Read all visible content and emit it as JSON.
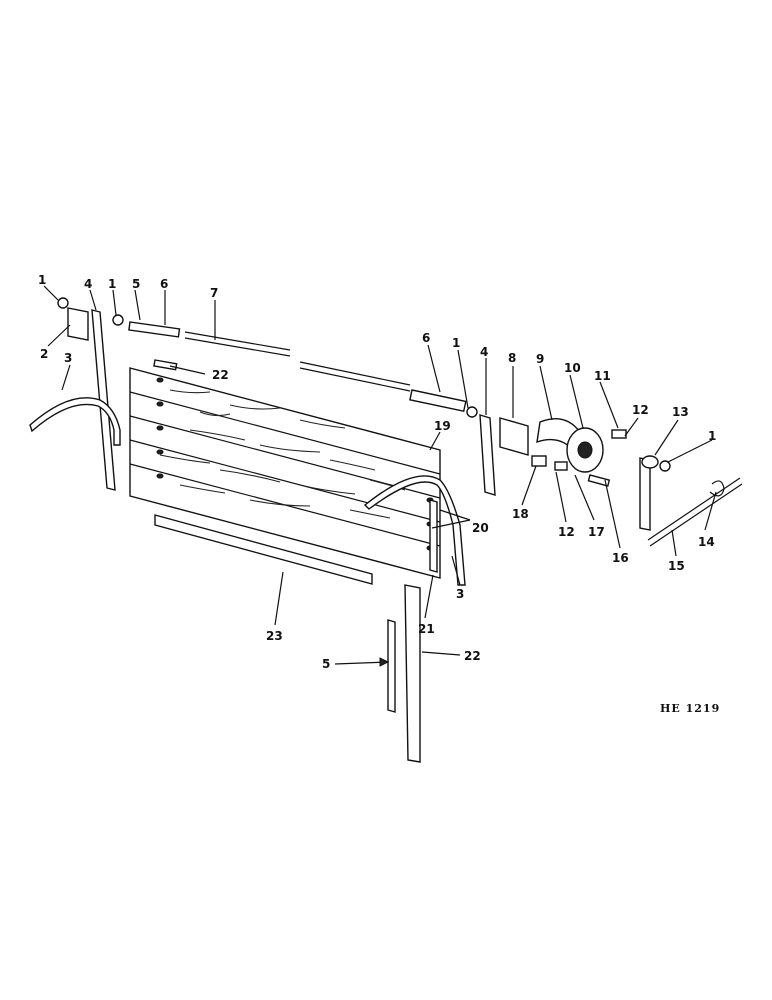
{
  "diagram": {
    "code": "HE 1219",
    "callouts": [
      "1",
      "2",
      "3",
      "4",
      "1",
      "5",
      "6",
      "7",
      "22",
      "6",
      "1",
      "4",
      "8",
      "9",
      "10",
      "11",
      "12",
      "13",
      "1",
      "19",
      "18",
      "12",
      "17",
      "16",
      "20",
      "14",
      "15",
      "23",
      "21",
      "3",
      "22",
      "5"
    ]
  }
}
